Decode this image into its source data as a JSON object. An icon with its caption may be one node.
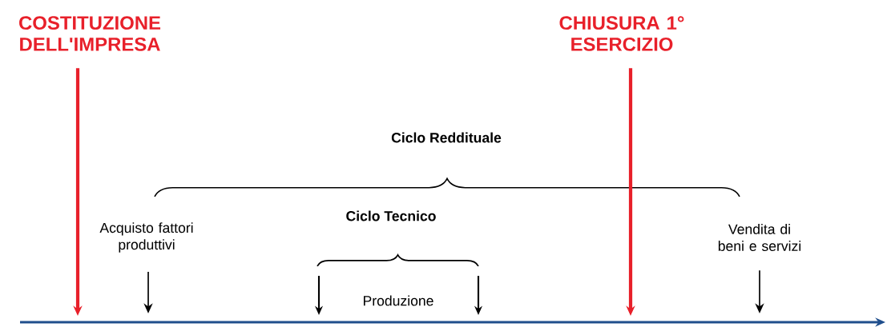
{
  "diagram": {
    "nodes": [
      {
        "text": [
          "COSTITUZIONE DELL'IMPRESA"
        ]
      },
      {
        "text": [
          "CHIUSURA 1° ESERCIZIO"
        ]
      },
      {
        "text": [
          "Acquisto fattori produttivi"
        ]
      },
      {
        "text": [
          "Vendita di beni e servizi"
        ]
      }
    ],
    "edges": [
      {
        "from": 0,
        "to": null,
        "arrow": "to",
        "color": "#e8202a",
        "style": "thick"
      },
      {
        "from": 1,
        "to": null,
        "arrow": "to",
        "color": "#e8202a",
        "style": "thick"
      },
      {
        "from": 2,
        "to": null,
        "arrow": "to",
        "color": "#000000"
      },
      {
        "from": 3,
        "to": null,
        "arrow": "to",
        "color": "#000000"
      }
    ],
    "labels": [
      "Ciclo Reddituale",
      "Ciclo Tecnico",
      "Produzione"
    ]
  }
}
